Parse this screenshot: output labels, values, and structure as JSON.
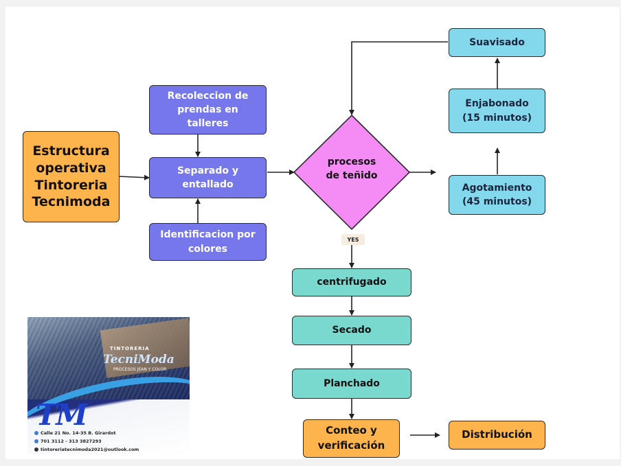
{
  "nodes": {
    "estructura": "Estructura\noperativa\nTintoreria\nTecnimoda",
    "recoleccion": "Recoleccion de\nprendas en\ntalleres",
    "separado": "Separado y\nentallado",
    "identificacion": "Identificacion por\ncolores",
    "procesos": "procesos\nde teñido",
    "yes": "YES",
    "centrifugado": "centrifugado",
    "secado": "Secado",
    "planchado": "Planchado",
    "conteo": "Conteo y\nverificación",
    "distribucion": "Distribución",
    "agotamiento": "Agotamiento\n(45 minutos)",
    "enjabonado": "Enjabonado\n(15 minutos)",
    "suavisado": "Suavisado"
  },
  "logo": {
    "brand_top": "TINTORERIA",
    "brand": "TecniModa",
    "brand_sub": "PROCESOS JEAN Y COLOR",
    "initials": "TM",
    "address": "Calle 21 No. 14-35 B. Girardot",
    "phones": "701 3112 - 313 3827293",
    "email": "tintoreriatecnimoda2021@outlook.com"
  },
  "colors": {
    "purple": "#7577ea",
    "cyan": "#84d8ec",
    "teal": "#7ad9cf",
    "orange": "#fdb44c",
    "diamond": "#f58cf5"
  }
}
